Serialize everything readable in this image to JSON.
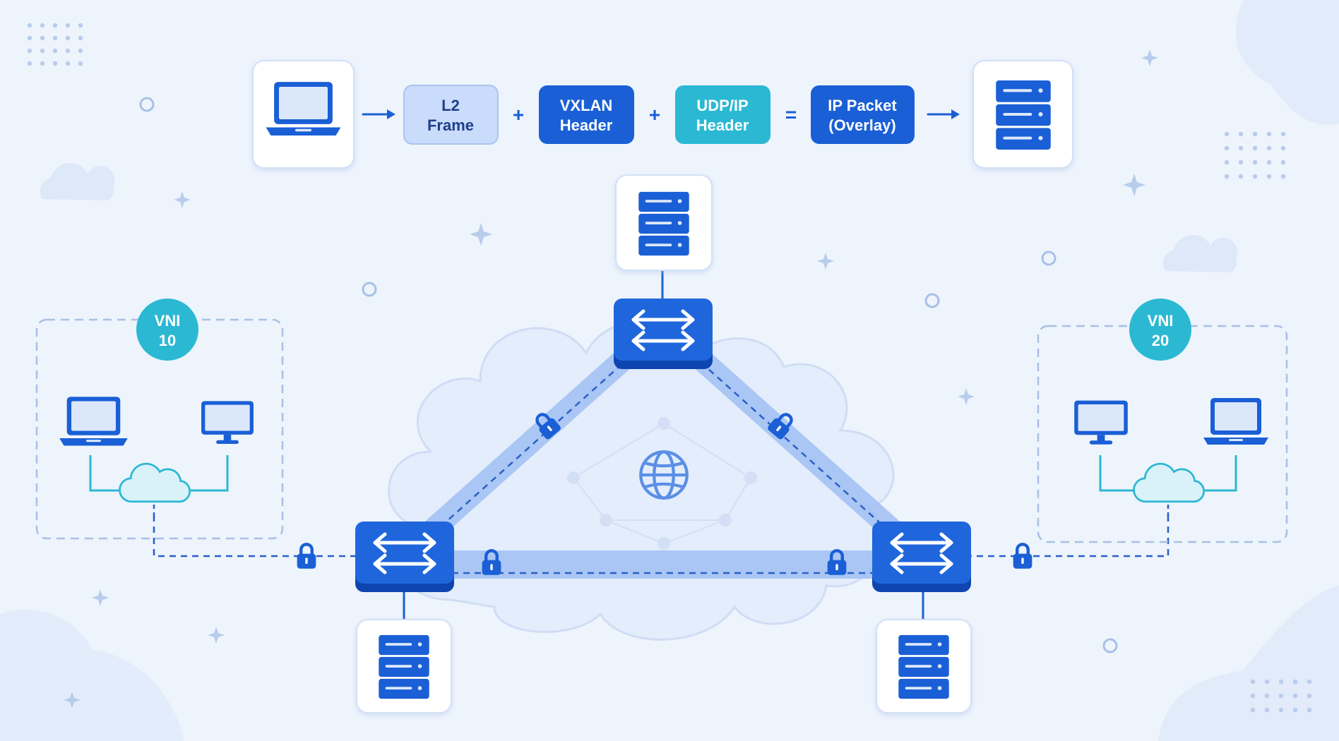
{
  "colors": {
    "background": "#eef4fc",
    "primary": "#1a5fd6",
    "primary_dark": "#0f45b0",
    "light_blue": "#c9dcfb",
    "teal": "#2bb8d3",
    "tunnel": "#9dbdf3",
    "card_border": "#d2e0f6",
    "dashed_line": "#2a5fc9"
  },
  "encapsulation": {
    "blocks": [
      {
        "line1": "L2",
        "line2": "Frame"
      },
      {
        "line1": "VXLAN",
        "line2": "Header"
      },
      {
        "line1": "UDP/IP",
        "line2": "Header"
      },
      {
        "line1": "IP Packet",
        "line2": "(Overlay)"
      }
    ],
    "operators": [
      "+",
      "+",
      "="
    ],
    "source_icon": "laptop-icon",
    "destination_icon": "server-icon"
  },
  "segments": [
    {
      "line1": "VNI",
      "line2": "10",
      "devices": [
        "laptop-icon",
        "monitor-icon"
      ],
      "hub_icon": "cloud-icon"
    },
    {
      "line1": "VNI",
      "line2": "20",
      "devices": [
        "monitor-icon",
        "laptop-icon"
      ],
      "hub_icon": "cloud-icon"
    }
  ],
  "fabric": {
    "switch_icon": "switch-arrows-icon",
    "server_icon": "server-icon",
    "tunnel_lock_icon": "lock-icon",
    "underlay_icon": "globe-icon"
  }
}
